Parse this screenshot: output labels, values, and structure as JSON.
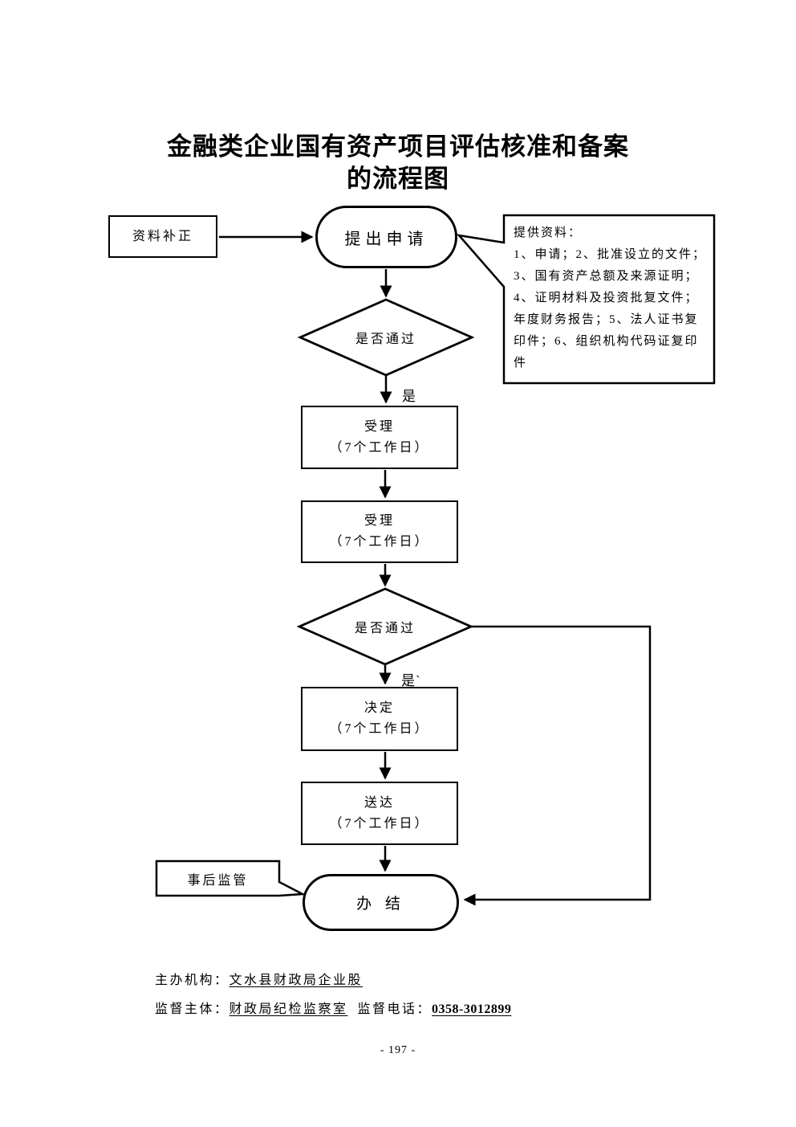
{
  "page": {
    "background": "#ffffff",
    "ink": "#000000"
  },
  "title": {
    "line1": "金融类企业国有资产项目评估核准和备案",
    "line2": "的流程图"
  },
  "flowchart": {
    "supplement_box": {
      "label": "资料补正"
    },
    "apply_node": {
      "label": "提出申请"
    },
    "info_box": {
      "lines": [
        "提供资料：",
        "1、申请；2、批准设立的文件；",
        "3、国有资产总额及来源证明；",
        "4、证明材料及投资批复文件；",
        "年度财务报告；5、法人证书复",
        "印件；6、组织机构代码证复印",
        "件"
      ]
    },
    "decision1": {
      "label": "是否通过",
      "yes_label": "是"
    },
    "accept_box1": {
      "line1": "受理",
      "line2": "（7个工作日）"
    },
    "accept_box2": {
      "line1": "受理",
      "line2": "（7个工作日）"
    },
    "decision2": {
      "label": "是否通过",
      "yes_label": "是`"
    },
    "decide_box": {
      "line1": "决定",
      "line2": "（7个工作日）"
    },
    "deliver_box": {
      "line1": "送达",
      "line2": "（7个工作日）"
    },
    "post_supervision_box": {
      "label": "事后监管"
    },
    "complete_node": {
      "label": "办  结"
    }
  },
  "footer": {
    "organizer_label": "主办机构：",
    "organizer_value": "文水县财政局企业股",
    "supervisor_label": "监督主体：",
    "supervisor_value": "财政局纪检监察室",
    "phone_label": "监督电话：",
    "phone_value": "0358-3012899",
    "page_number": "- 197 -"
  }
}
